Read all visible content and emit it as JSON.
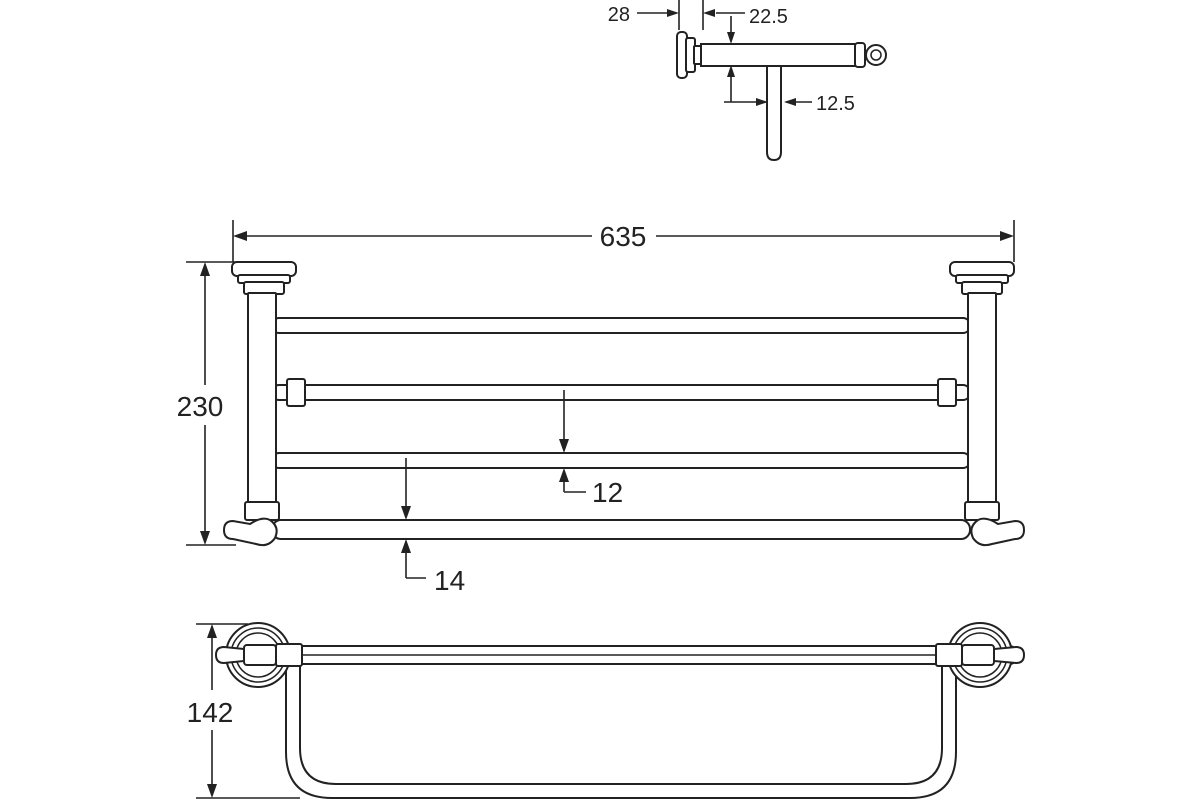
{
  "dimensions": {
    "top_width": "28",
    "top_wall_offset": "22.5",
    "top_bar_diameter": "12.5",
    "overall_length": "635",
    "overall_height": "230",
    "rail_gap": "12",
    "bottom_rail": "14",
    "depth": "142"
  }
}
